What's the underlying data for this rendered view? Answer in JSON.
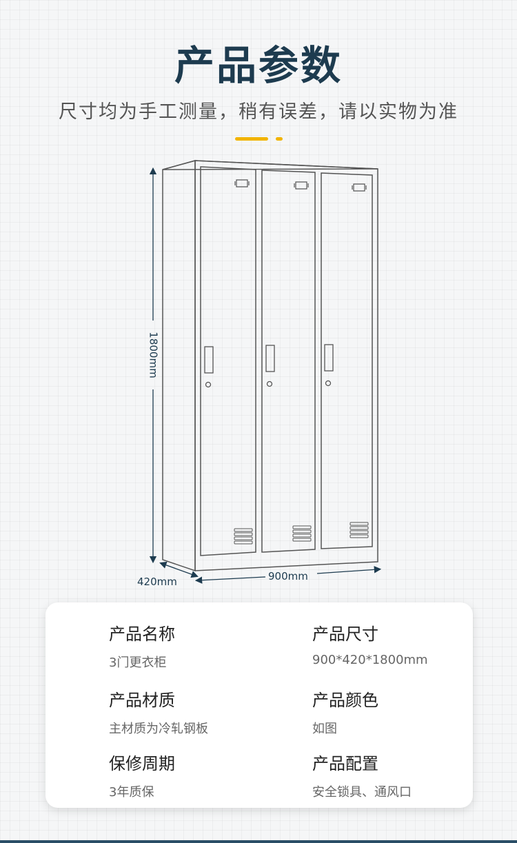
{
  "header": {
    "title": "产品参数",
    "subtitle": "尺寸均为手工测量，稍有误差，请以实物为准"
  },
  "diagram": {
    "height_label": "1800mm",
    "depth_label": "420mm",
    "width_label": "900mm",
    "line_color": "#555555",
    "dimension_color": "#1d3b4f"
  },
  "specs": {
    "name": {
      "label": "产品名称",
      "value": "3门更衣柜"
    },
    "size": {
      "label": "产品尺寸",
      "value": "900*420*1800mm"
    },
    "material": {
      "label": "产品材质",
      "value": "主材质为冷轧钢板"
    },
    "color": {
      "label": "产品颜色",
      "value": "如图"
    },
    "warranty": {
      "label": "保修周期",
      "value": "3年质保"
    },
    "config": {
      "label": "产品配置",
      "value": "安全锁具、通风口"
    }
  },
  "colors": {
    "accent": "#f2b400",
    "title": "#1d3b4f"
  }
}
